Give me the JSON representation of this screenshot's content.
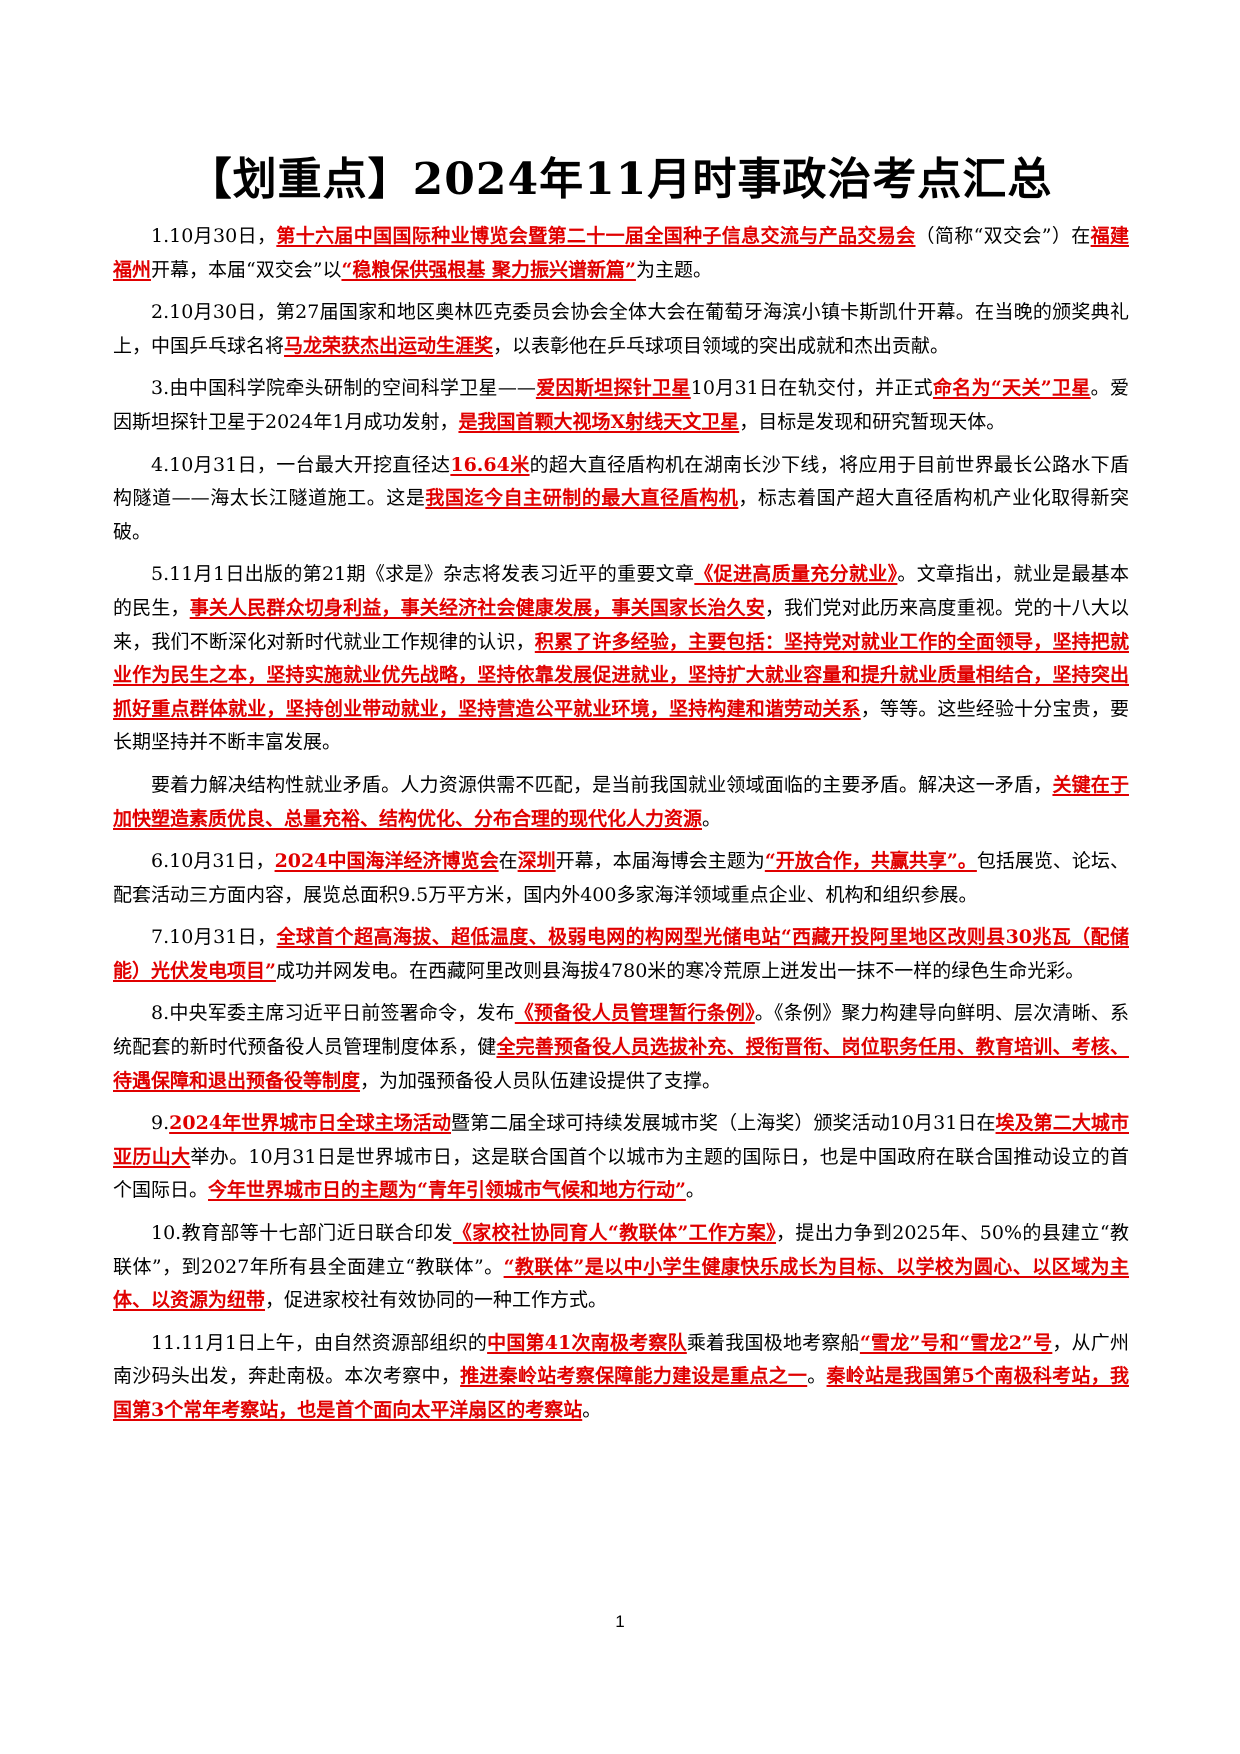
{
  "title": "【划重点】2024年11月时事政治考点汇总",
  "page_number": "1",
  "colors": {
    "highlight": "#e00000",
    "text": "#000000"
  },
  "paragraphs": [
    [
      {
        "t": "1.10月30日，"
      },
      {
        "t": "第十六届中国国际种业博览会暨第二十一届全国种子信息交流与产品交易会",
        "h": 1
      },
      {
        "t": "（简称“双交会”）在"
      },
      {
        "t": "福建福州",
        "h": 1
      },
      {
        "t": "开幕，本届“双交会”以"
      },
      {
        "t": "“稳粮保供强根基 聚力振兴谱新篇”",
        "h": 1
      },
      {
        "t": "为主题。"
      }
    ],
    [
      {
        "t": "2.10月30日，第27届国家和地区奥林匹克委员会协会全体大会在葡萄牙海滨小镇卡斯凯什开幕。在当晚的颁奖典礼上，中国乒乓球名将"
      },
      {
        "t": "马龙荣获杰出运动生涯奖",
        "h": 1
      },
      {
        "t": "，以表彰他在乒乓球项目领域的突出成就和杰出贡献。"
      }
    ],
    [
      {
        "t": "3.由中国科学院牵头研制的空间科学卫星——"
      },
      {
        "t": "爱因斯坦探针卫星",
        "h": 1
      },
      {
        "t": "10月31日在轨交付，并正式"
      },
      {
        "t": "命名为“天关”卫星",
        "h": 1
      },
      {
        "t": "。爱因斯坦探针卫星于2024年1月成功发射，"
      },
      {
        "t": "是我国首颗大视场X射线天文卫星",
        "h": 1
      },
      {
        "t": "，目标是发现和研究暂现天体。"
      }
    ],
    [
      {
        "t": "4.10月31日，一台最大开挖直径达"
      },
      {
        "t": "16.64米",
        "h": 1
      },
      {
        "t": "的超大直径盾构机在湖南长沙下线，将应用于目前世界最长公路水下盾构隧道——海太长江隧道施工。这是"
      },
      {
        "t": "我国迄今自主研制的最大直径盾构机",
        "h": 1
      },
      {
        "t": "，标志着国产超大直径盾构机产业化取得新突破。"
      }
    ],
    [
      {
        "t": "5.11月1日出版的第21期《求是》杂志将发表习近平的重要文章"
      },
      {
        "t": "《促进高质量充分就业》",
        "h": 1
      },
      {
        "t": "。文章指出，就业是最基本的民生，"
      },
      {
        "t": "事关人民群众切身利益，事关经济社会健康发展，事关国家长治久安",
        "h": 1
      },
      {
        "t": "，我们党对此历来高度重视。党的十八大以来，我们不断深化对新时代就业工作规律的认识，"
      },
      {
        "t": "积累了许多经验，主要包括：坚持党对就业工作的全面领导，坚持把就业作为民生之本，坚持实施就业优先战略，坚持依靠发展促进就业，坚持扩大就业容量和提升就业质量相结合，坚持突出抓好重点群体就业，坚持创业带动就业，坚持营造公平就业环境，坚持构建和谐劳动关系",
        "h": 1
      },
      {
        "t": "，等等。这些经验十分宝贵，要长期坚持并不断丰富发展。"
      }
    ],
    [
      {
        "t": "要着力解决结构性就业矛盾。人力资源供需不匹配，是当前我国就业领域面临的主要矛盾。解决这一矛盾，"
      },
      {
        "t": "关键在于加快塑造素质优良、总量充裕、结构优化、分布合理的现代化人力资源",
        "h": 1
      },
      {
        "t": "。"
      }
    ],
    [
      {
        "t": "6.10月31日，"
      },
      {
        "t": "2024中国海洋经济博览会",
        "h": 1
      },
      {
        "t": "在"
      },
      {
        "t": "深圳",
        "h": 1
      },
      {
        "t": "开幕，本届海博会主题为"
      },
      {
        "t": "“开放合作，共赢共享”。",
        "h": 1
      },
      {
        "t": "包括展览、论坛、配套活动三方面内容，展览总面积9.5万平方米，国内外400多家海洋领域重点企业、机构和组织参展。"
      }
    ],
    [
      {
        "t": "7.10月31日，"
      },
      {
        "t": "全球首个超高海拔、超低温度、极弱电网的构网型光储电站“西藏开投阿里地区改则县30兆瓦（配储能）光伏发电项目”",
        "h": 1
      },
      {
        "t": "成功并网发电。在西藏阿里改则县海拔4780米的寒冷荒原上迸发出一抹不一样的绿色生命光彩。"
      }
    ],
    [
      {
        "t": "8.中央军委主席习近平日前签署命令，发布"
      },
      {
        "t": "《预备役人员管理暂行条例》",
        "h": 1
      },
      {
        "t": "。《条例》聚力构建导向鲜明、层次清晰、系统配套的新时代预备役人员管理制度体系，健"
      },
      {
        "t": "全完善预备役人员选拔补充、授衔晋衔、岗位职务任用、教育培训、考核、待遇保障和退出预备役等制度",
        "h": 1
      },
      {
        "t": "，为加强预备役人员队伍建设提供了支撑。"
      }
    ],
    [
      {
        "t": "9."
      },
      {
        "t": "2024年世界城市日全球主场活动",
        "h": 1
      },
      {
        "t": "暨第二届全球可持续发展城市奖（上海奖）颁奖活动10月31日在"
      },
      {
        "t": "埃及第二大城市亚历山大",
        "h": 1
      },
      {
        "t": "举办。10月31日是世界城市日，这是联合国首个以城市为主题的国际日，也是中国政府在联合国推动设立的首个国际日。"
      },
      {
        "t": "今年世界城市日的主题为“青年引领城市气候和地方行动”",
        "h": 1
      },
      {
        "t": "。"
      }
    ],
    [
      {
        "t": "10.教育部等十七部门近日联合印发"
      },
      {
        "t": "《家校社协同育人“教联体”工作方案》",
        "h": 1
      },
      {
        "t": "，提出力争到2025年、50%的县建立“教联体”，到2027年所有县全面建立“教联体”。"
      },
      {
        "t": "“教联体”是以中小学生健康快乐成长为目标、以学校为圆心、以区域为主体、以资源为纽带",
        "h": 1
      },
      {
        "t": "，促进家校社有效协同的一种工作方式。"
      }
    ],
    [
      {
        "t": "11.11月1日上午，由自然资源部组织的"
      },
      {
        "t": "中国第41次南极考察队",
        "h": 1
      },
      {
        "t": "乘着我国极地考察船"
      },
      {
        "t": "“雪龙”号和“雪龙2”号",
        "h": 1
      },
      {
        "t": "，从广州南沙码头出发，奔赴南极。本次考察中，"
      },
      {
        "t": "推进秦岭站考察保障能力建设是重点之一",
        "h": 1
      },
      {
        "t": "。"
      },
      {
        "t": "秦岭站是我国第5个南极科考站，我国第3个常年考察站，也是首个面向太平洋扇区的考察站",
        "h": 1
      },
      {
        "t": "。"
      }
    ]
  ]
}
